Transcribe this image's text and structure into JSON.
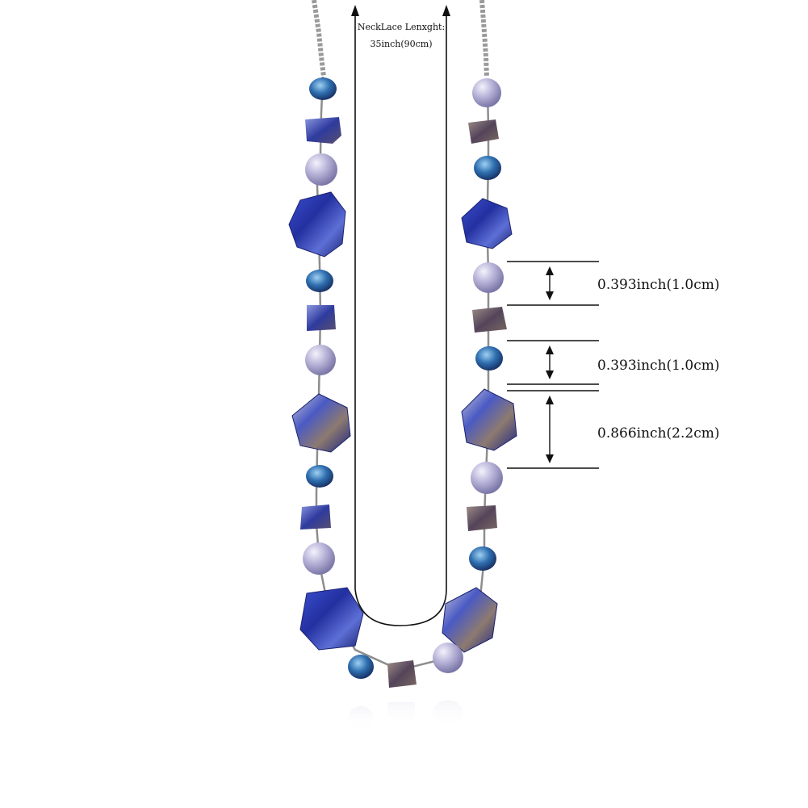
{
  "necklace_length": {
    "title": "NeckLace Lenxght:",
    "value": "35inch(90cm)"
  },
  "measurements": [
    {
      "label": "0.393inch(1.0cm)"
    },
    {
      "label": "0.393inch(1.0cm)"
    },
    {
      "label": "0.866inch(2.2cm)"
    }
  ],
  "colors": {
    "shell_blue": "#2a3aa8",
    "shell_dark": "#1c2472",
    "pearl": "#b9b6d9",
    "crystal": "#2f6fb0",
    "chain": "#a9a9a9",
    "chip_bronze": "#6a5a55"
  }
}
